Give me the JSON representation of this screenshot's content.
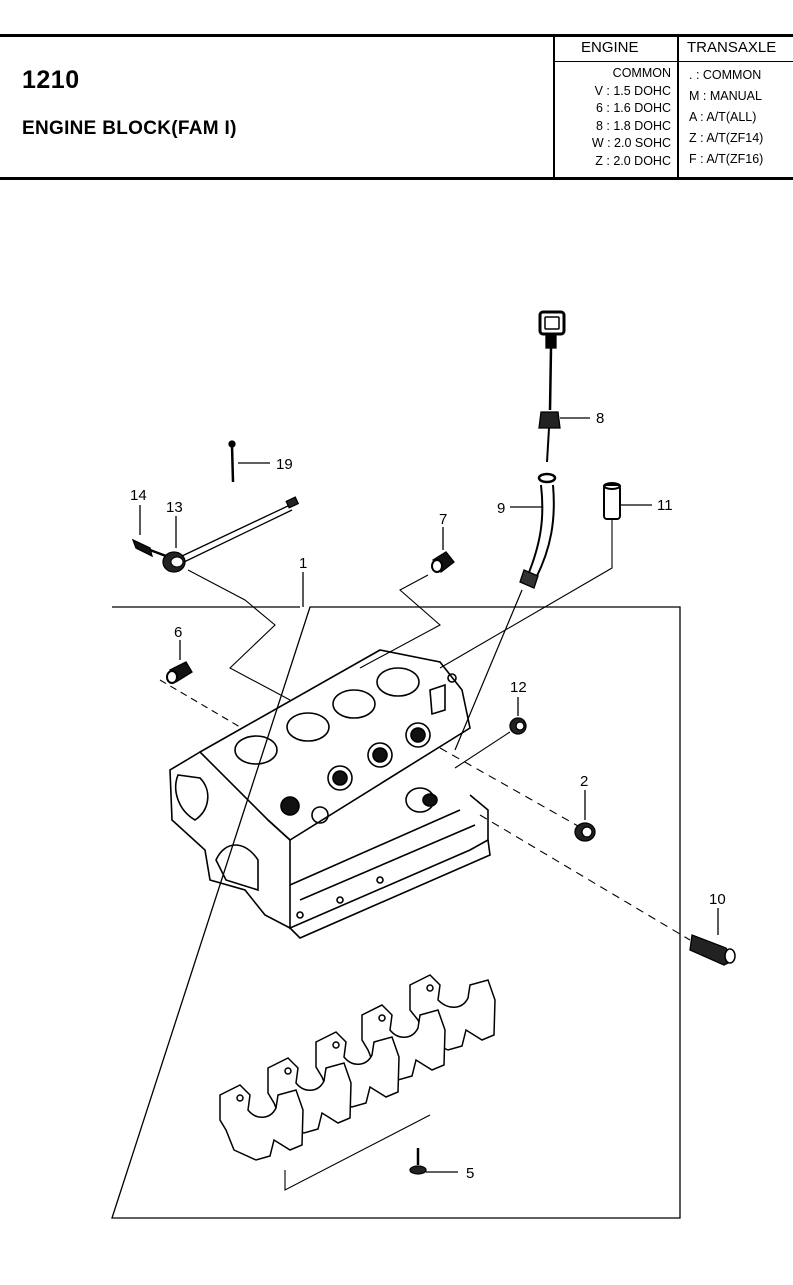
{
  "header": {
    "page_number": "1210",
    "title": "ENGINE BLOCK(FAM I)"
  },
  "legend": {
    "engine_heading": "ENGINE",
    "engine_rows": [
      "COMMON",
      "V : 1.5 DOHC",
      "6 : 1.6 DOHC",
      "8 : 1.8 DOHC",
      "W : 2.0 SOHC",
      "Z : 2.0 DOHC"
    ],
    "transaxle_heading": "TRANSAXLE",
    "transaxle_rows": [
      ". : COMMON",
      "M : MANUAL",
      "A : A/T(ALL)",
      "Z : A/T(ZF14)",
      "F : A/T(ZF16)"
    ]
  },
  "callouts": {
    "c1": "1",
    "c2": "2",
    "c5": "5",
    "c6": "6",
    "c7": "7",
    "c8": "8",
    "c9": "9",
    "c10": "10",
    "c11": "11",
    "c12": "12",
    "c13": "13",
    "c14": "14",
    "c19": "19"
  }
}
